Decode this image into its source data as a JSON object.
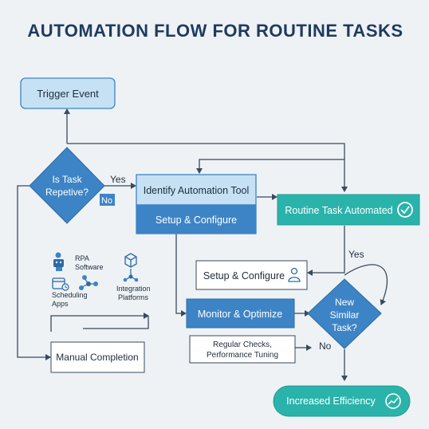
{
  "title": "AUTOMATION FLOW FOR ROUTINE TASKS",
  "nodes": {
    "trigger_event": "Trigger Event",
    "decision_repetitive": [
      "Is Task",
      "Repetive?"
    ],
    "identify_tool": "Identify Automation Tool",
    "setup_configure_blue": "Setup & Configure",
    "routine_automated": "Routine Task Automated",
    "setup_configure_white": "Setup & Configure",
    "monitor_optimize": "Monitor & Optimize",
    "decision_new_similar": [
      "New",
      "Similar",
      "Task?"
    ],
    "regular_checks": [
      "Regular Checks,",
      "Performance Tuning"
    ],
    "manual_completion": "Manual Completion",
    "increased_efficiency": "Increased Efficiency"
  },
  "edge_labels": {
    "yes_1": "Yes",
    "no_1": "No",
    "yes_2": "Yes",
    "no_2": "No"
  },
  "tools": {
    "rpa": [
      "RPA",
      "Software"
    ],
    "scheduling": [
      "Scheduling",
      "Apps"
    ],
    "integration": [
      "Integration",
      "Platforms"
    ]
  },
  "icons": {
    "rpa": "robot-arm-icon",
    "scheduling": "calendar-clock-icon",
    "integration": "network-nodes-icon",
    "integration_cube": "cube-icon",
    "person": "person-icon",
    "check": "checkmark-circle-icon",
    "growth": "growth-chart-icon"
  },
  "colors": {
    "title": "#1f3a5f",
    "blue_fill": "#3d84c6",
    "blue_dark": "#2d6aa3",
    "light_blue": "#c6e1f3",
    "teal": "#2ab3aa",
    "teal_light": "#5cc8bf",
    "line": "#3a4a5c",
    "background": "#eef2f5"
  }
}
